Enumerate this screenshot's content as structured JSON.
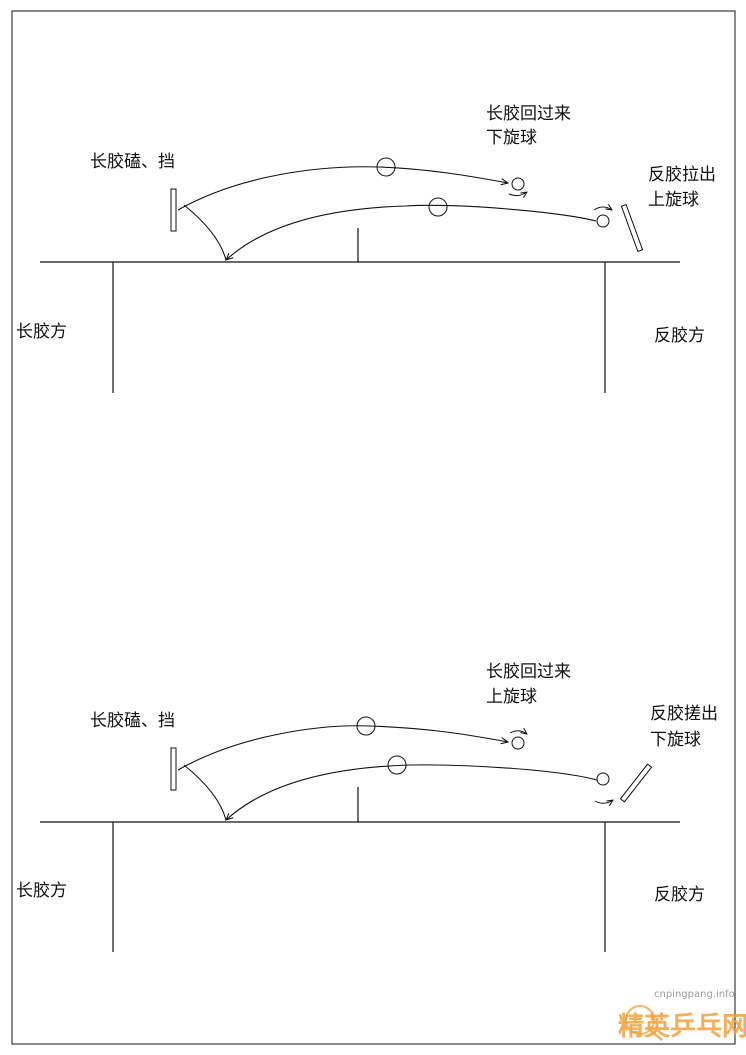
{
  "colors": {
    "line": "#111111",
    "background": "#ffffff",
    "watermark": "#f2a13a"
  },
  "top": {
    "label_left_player": "长胶方",
    "label_right_player": "反胶方",
    "label_left_stroke": "长胶磕、挡",
    "label_return_1": "长胶回过来",
    "label_return_2": "下旋球",
    "label_right_stroke_1": "反胶拉出",
    "label_right_stroke_2": "上旋球"
  },
  "bottom": {
    "label_left_player": "长胶方",
    "label_right_player": "反胶方",
    "label_left_stroke": "长胶磕、挡",
    "label_return_1": "长胶回过来",
    "label_return_2": "上旋球",
    "label_right_stroke_1": "反胶搓出",
    "label_right_stroke_2": "下旋球"
  },
  "watermark": {
    "site": "cnpingpang.info",
    "logo_text": "精英乒乓网",
    "icon": "ping-pong-paddle-icon"
  }
}
